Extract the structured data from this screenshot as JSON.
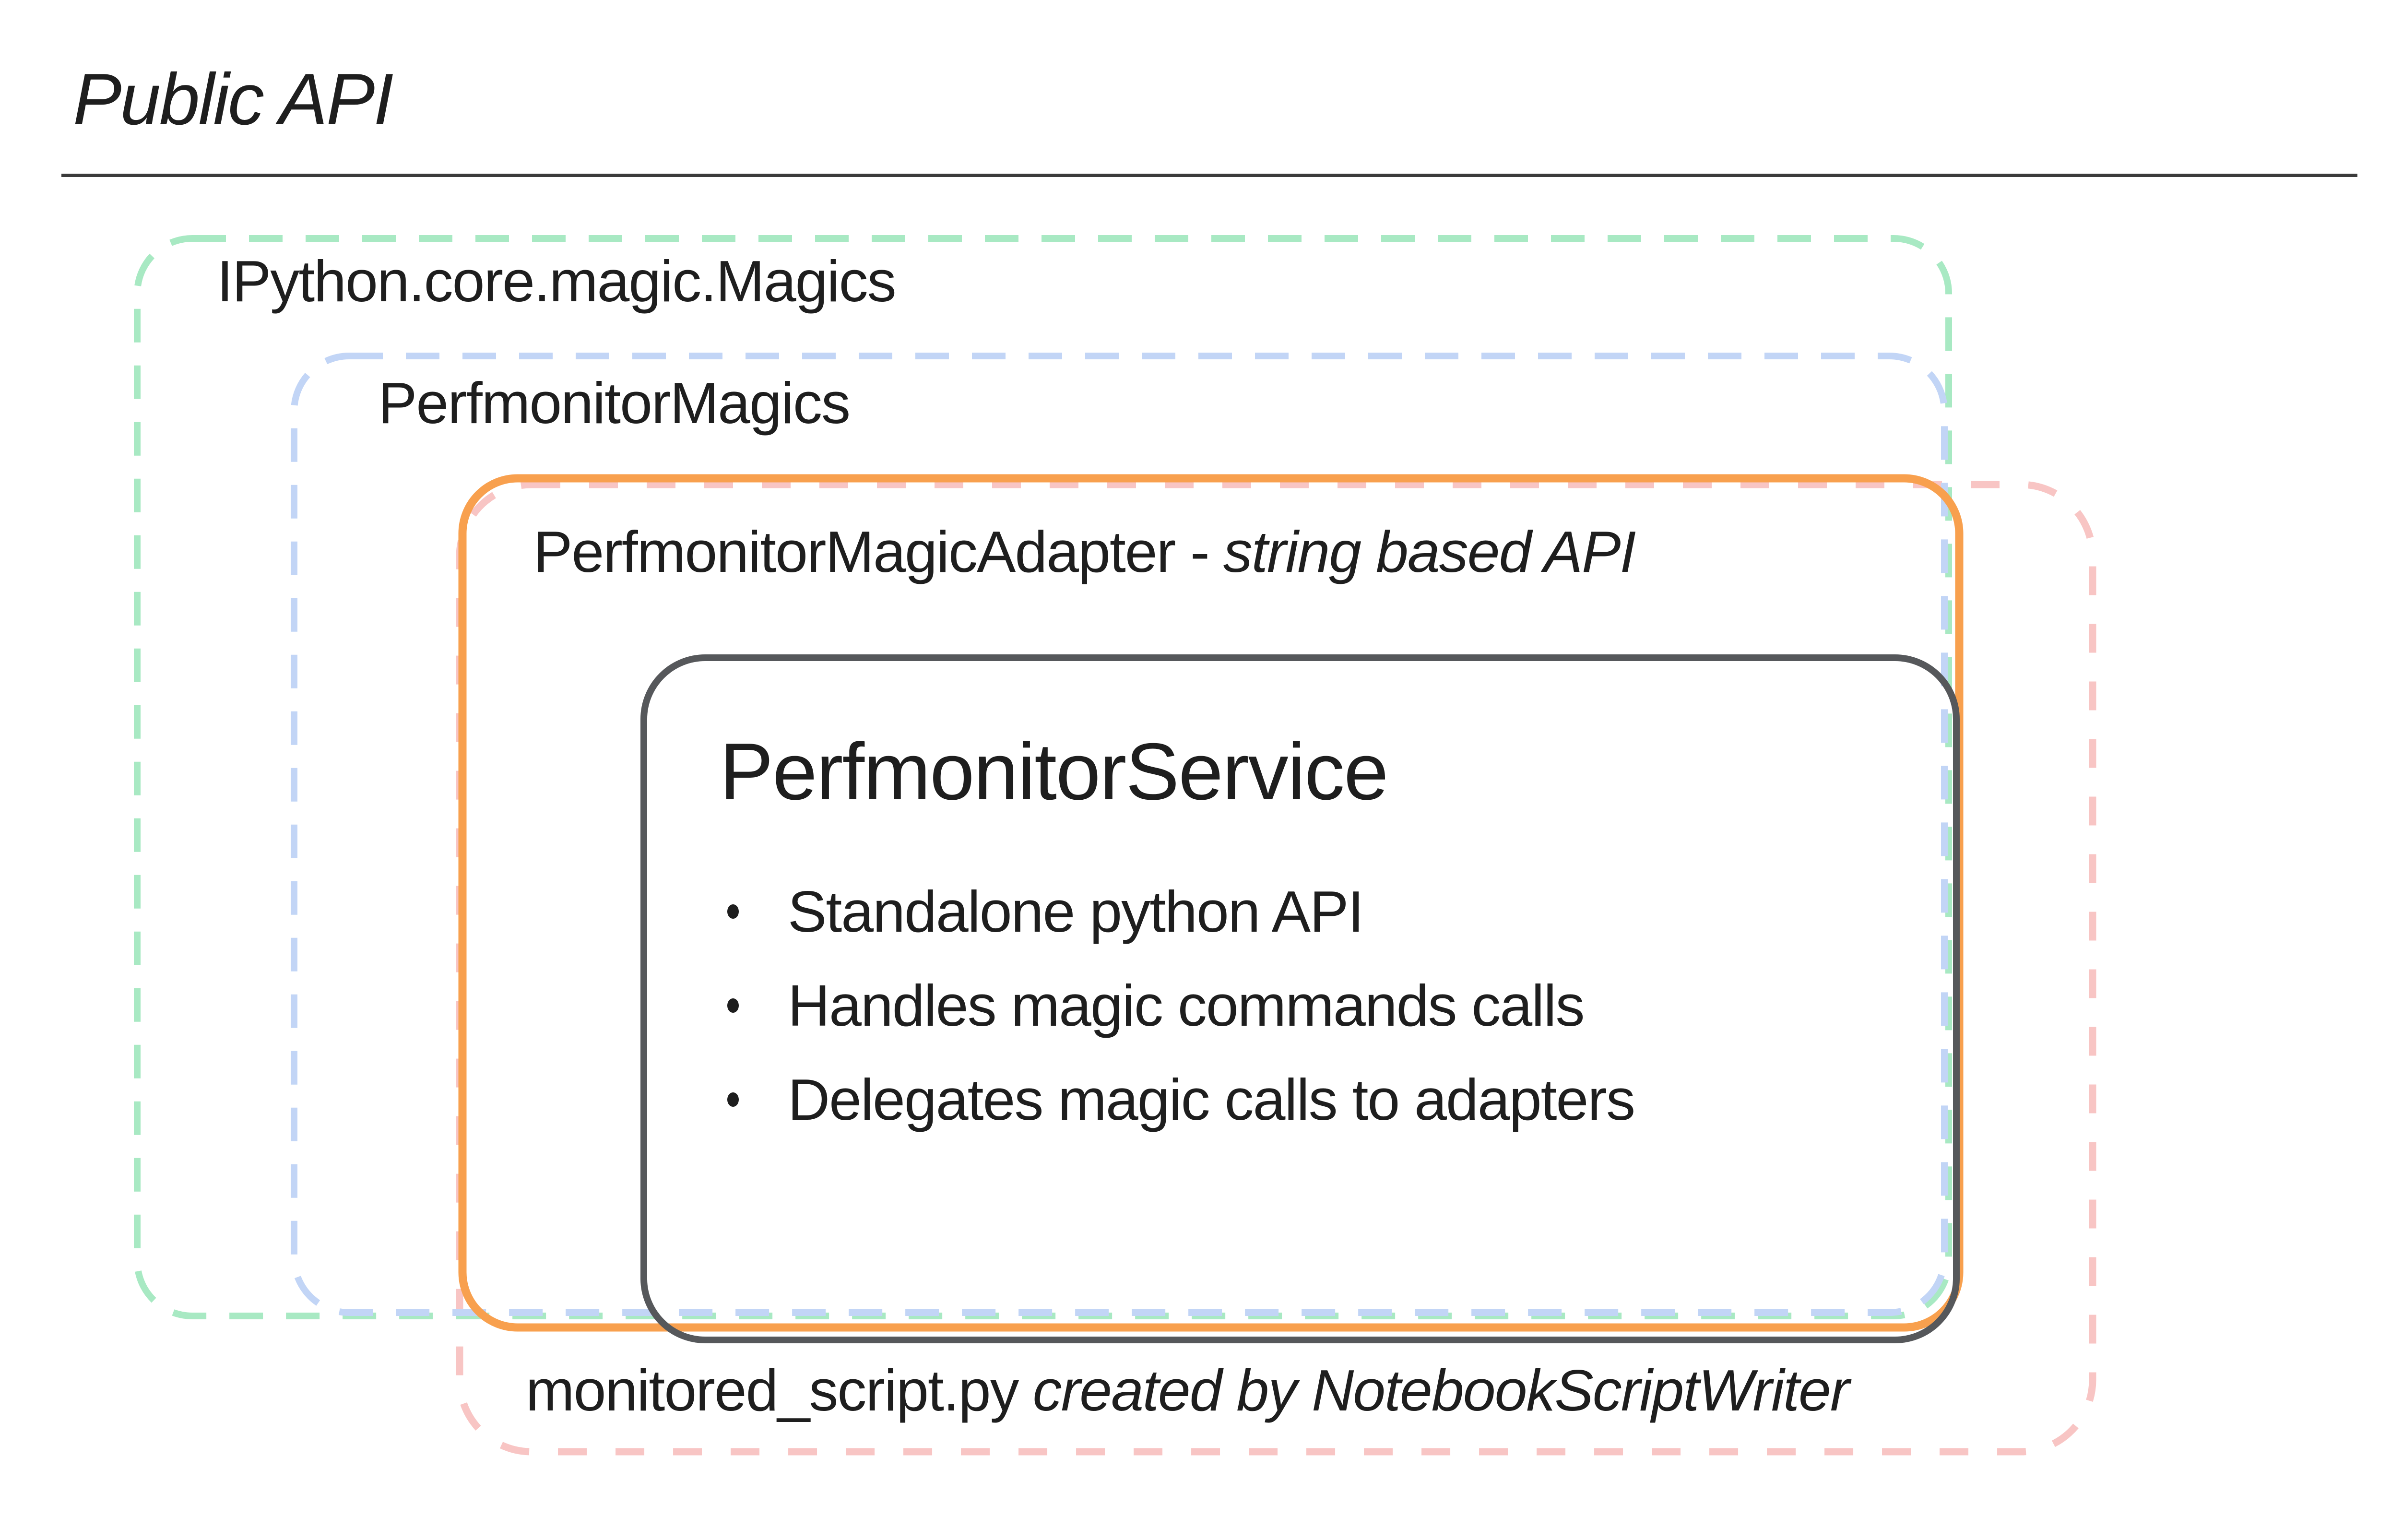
{
  "header": {
    "title": "Public API"
  },
  "boxes": {
    "magics": {
      "label": "IPython.core.magic.Magics",
      "border_color": "#a8e9c3",
      "border_style": "dashed"
    },
    "perfmonitor_magics": {
      "label": "PerfmonitorMagics",
      "border_color": "#c2d5f6",
      "border_style": "dashed"
    },
    "adapter": {
      "label_regular": "PerfmonitorMagicAdapter -",
      "label_italic": "string based API",
      "border_color": "#f8a04e",
      "border_style": "solid"
    },
    "service": {
      "title": "PerfmonitorService",
      "bullets": [
        "Standalone python API",
        "Handles magic commands calls",
        "Delegates magic calls to adapters"
      ],
      "border_color": "#56585b",
      "border_style": "solid"
    },
    "monitored_script": {
      "label_regular": "monitored_script.py",
      "label_italic": "created by NotebookScriptWriter",
      "border_color": "#f8c5c4",
      "border_style": "dashed"
    }
  },
  "divider_color": "#3b3b3b",
  "text_color": "#1e1e1e"
}
